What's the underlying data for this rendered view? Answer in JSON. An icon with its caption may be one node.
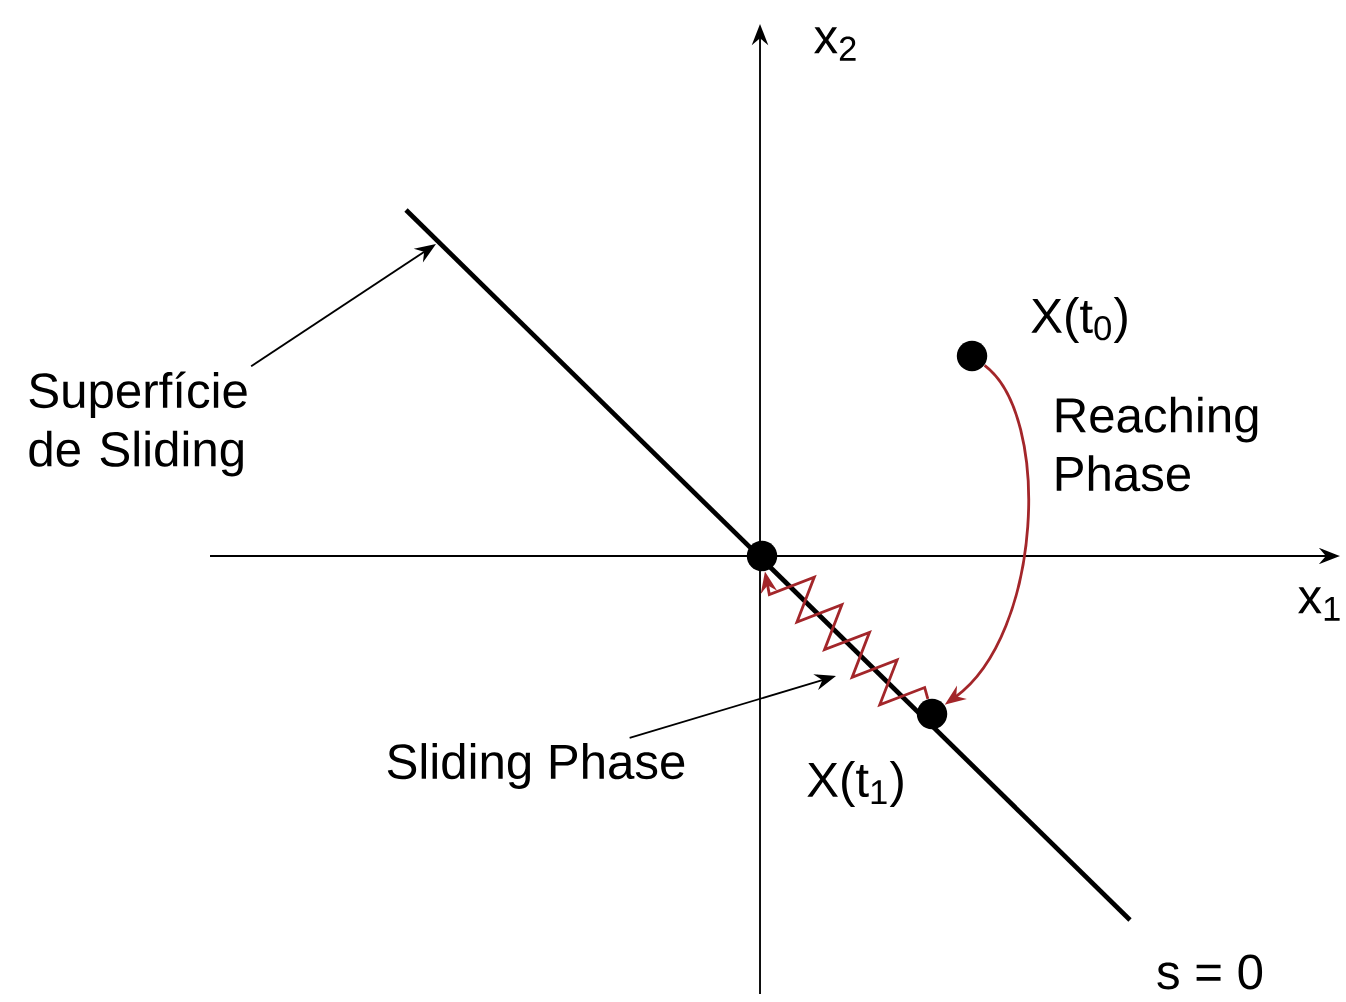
{
  "diagram": {
    "nodes": [
      {
        "text": [
          "Superfície de Sliding"
        ]
      },
      {
        "text": [],
        "shape": "circle",
        "beside": [
          "X(t$_{0}$)"
        ]
      },
      {
        "text": [],
        "shape": "circle"
      },
      {
        "text": [],
        "shape": "circle",
        "beside": [
          "X(t$_{1}$)"
        ]
      },
      {
        "text": [
          "Sliding Phase"
        ]
      }
    ],
    "edges": [
      {
        "from": 0,
        "to": null,
        "arrow": "to"
      },
      {
        "from": 1,
        "to": 3,
        "arrow": "to",
        "label": "Reaching Phase",
        "color": "#a3262a"
      },
      {
        "from": 3,
        "to": 2,
        "arrow": "to",
        "color": "#a3262a"
      },
      {
        "from": 4,
        "to": null,
        "arrow": "to"
      }
    ],
    "labels": [
      "x$_{2}$",
      "x$_{1}$",
      "s = 0"
    ]
  }
}
